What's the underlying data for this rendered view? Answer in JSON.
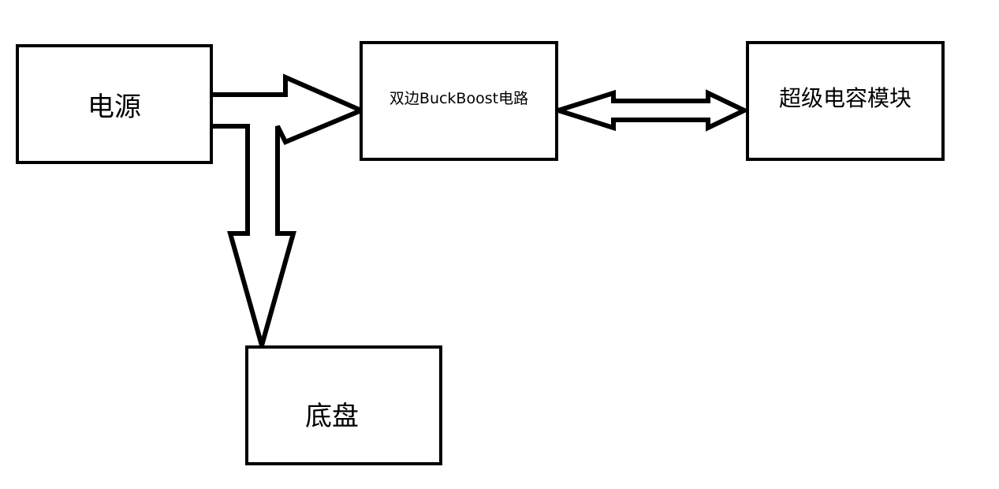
{
  "blocks": {
    "power": {
      "label": "电源"
    },
    "buck_boost": {
      "label": "双边BuckBoost电路"
    },
    "supercap": {
      "label": "超级电容模块"
    },
    "chassis": {
      "label": "底盘"
    }
  },
  "colors": {
    "stroke": "#000000",
    "background": "#ffffff"
  }
}
